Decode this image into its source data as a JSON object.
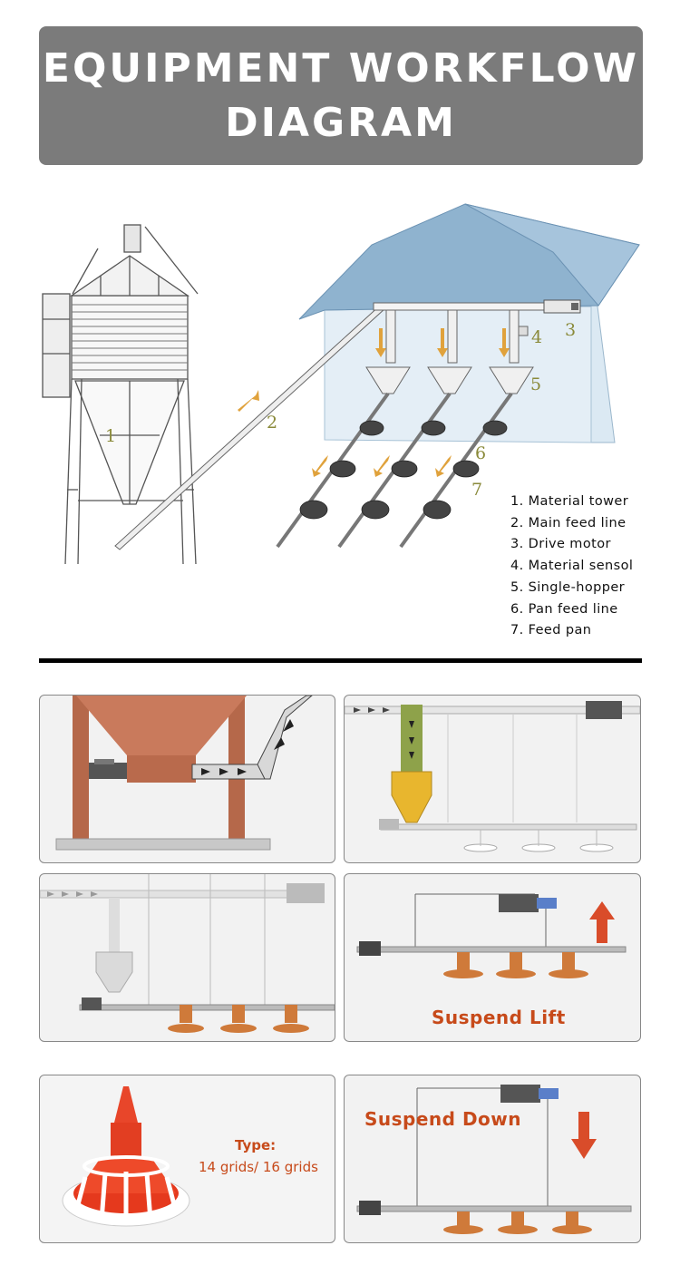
{
  "header": {
    "title_line1": "EQUIPMENT WORKFLOW",
    "title_line2": "DIAGRAM"
  },
  "diagram": {
    "callouts": [
      "1",
      "2",
      "3",
      "4",
      "5",
      "6",
      "7"
    ],
    "legend": [
      "1. Material tower",
      "2. Main feed line",
      "3. Drive motor",
      "4. Material sensol",
      "5. Single-hopper",
      "6. Pan feed line",
      "7. Feed pan"
    ]
  },
  "panels": {
    "suspend_lift": "Suspend Lift",
    "suspend_down": "Suspend Down",
    "type_label": "Type:",
    "type_value": "14 grids/ 16 grids"
  },
  "colors": {
    "banner": "#7b7b7b",
    "callout": "#8a8a3a",
    "arrow": "#e0a23c",
    "accent": "#c74a1a",
    "roof": "#8fb3cf",
    "wall": "#d6e6f1"
  }
}
